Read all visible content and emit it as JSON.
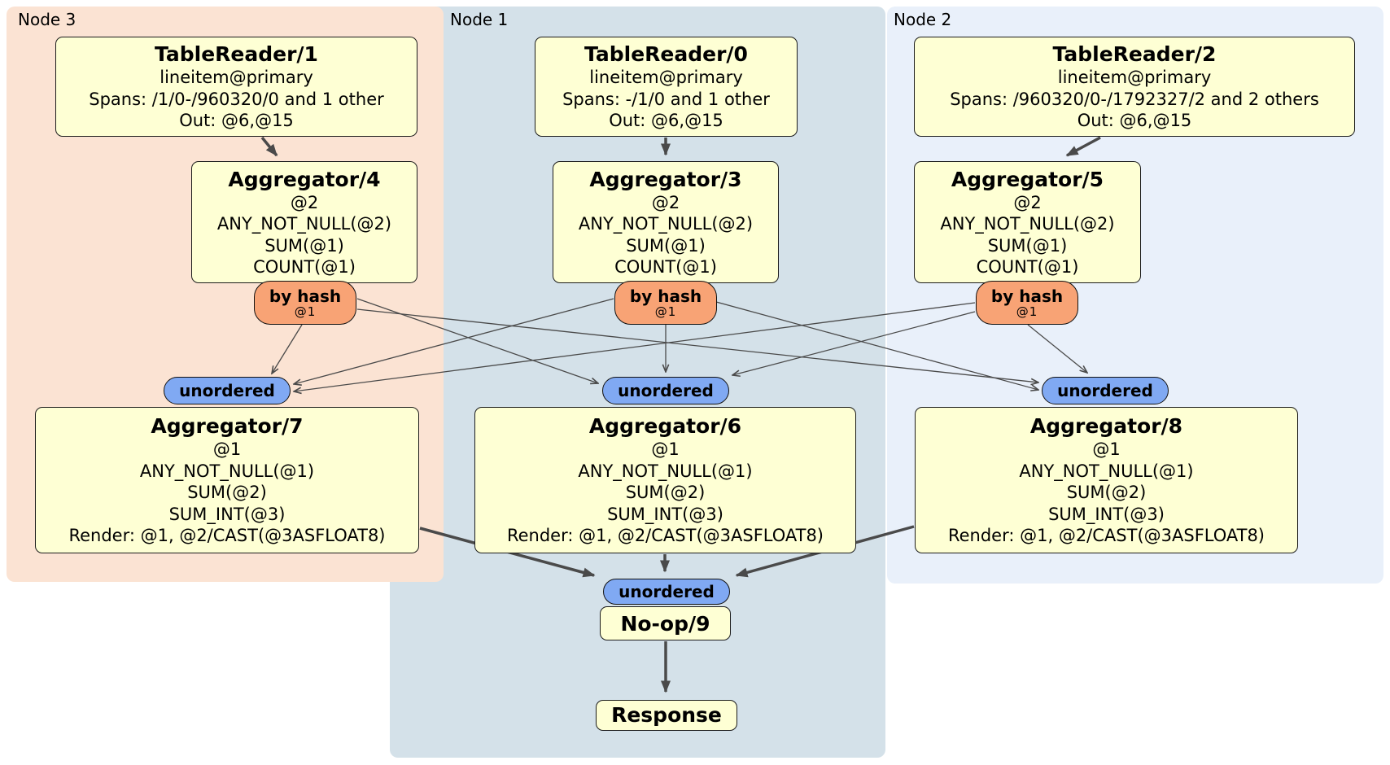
{
  "diagram": {
    "colors": {
      "node3_panel": "#fbe3d3",
      "node1_panel": "#d4e1e9",
      "node2_panel": "#e9f0fa",
      "processor_fill": "#feffd4",
      "router_fill": "#f8a375",
      "sync_fill": "#80a9f3",
      "edge": "#4a4a4a"
    },
    "nodes": [
      {
        "label": "Node 3",
        "table_reader": {
          "title": "TableReader/1",
          "lines": [
            "lineitem@primary",
            "Spans: /1/0-/960320/0 and 1 other",
            "Out: @6,@15"
          ]
        },
        "aggregator_top": {
          "title": "Aggregator/4",
          "lines": [
            "@2",
            "ANY_NOT_NULL(@2)",
            "SUM(@1)",
            "COUNT(@1)"
          ]
        },
        "router": {
          "title": "by hash",
          "detail": "@1"
        },
        "sync": {
          "label": "unordered"
        },
        "aggregator_bottom": {
          "title": "Aggregator/7",
          "lines": [
            "@1",
            "ANY_NOT_NULL(@1)",
            "SUM(@2)",
            "SUM_INT(@3)",
            "Render: @1, @2/CAST(@3ASFLOAT8)"
          ]
        }
      },
      {
        "label": "Node 1",
        "table_reader": {
          "title": "TableReader/0",
          "lines": [
            "lineitem@primary",
            "Spans: -/1/0 and 1 other",
            "Out: @6,@15"
          ]
        },
        "aggregator_top": {
          "title": "Aggregator/3",
          "lines": [
            "@2",
            "ANY_NOT_NULL(@2)",
            "SUM(@1)",
            "COUNT(@1)"
          ]
        },
        "router": {
          "title": "by hash",
          "detail": "@1"
        },
        "sync": {
          "label": "unordered"
        },
        "aggregator_bottom": {
          "title": "Aggregator/6",
          "lines": [
            "@1",
            "ANY_NOT_NULL(@1)",
            "SUM(@2)",
            "SUM_INT(@3)",
            "Render: @1, @2/CAST(@3ASFLOAT8)"
          ]
        }
      },
      {
        "label": "Node 2",
        "table_reader": {
          "title": "TableReader/2",
          "lines": [
            "lineitem@primary",
            "Spans: /960320/0-/1792327/2 and 2 others",
            "Out: @6,@15"
          ]
        },
        "aggregator_top": {
          "title": "Aggregator/5",
          "lines": [
            "@2",
            "ANY_NOT_NULL(@2)",
            "SUM(@1)",
            "COUNT(@1)"
          ]
        },
        "router": {
          "title": "by hash",
          "detail": "@1"
        },
        "sync": {
          "label": "unordered"
        },
        "aggregator_bottom": {
          "title": "Aggregator/8",
          "lines": [
            "@1",
            "ANY_NOT_NULL(@1)",
            "SUM(@2)",
            "SUM_INT(@3)",
            "Render: @1, @2/CAST(@3ASFLOAT8)"
          ]
        }
      }
    ],
    "final": {
      "sync": {
        "label": "unordered"
      },
      "noop": {
        "title": "No-op/9"
      },
      "response": {
        "title": "Response"
      }
    }
  }
}
